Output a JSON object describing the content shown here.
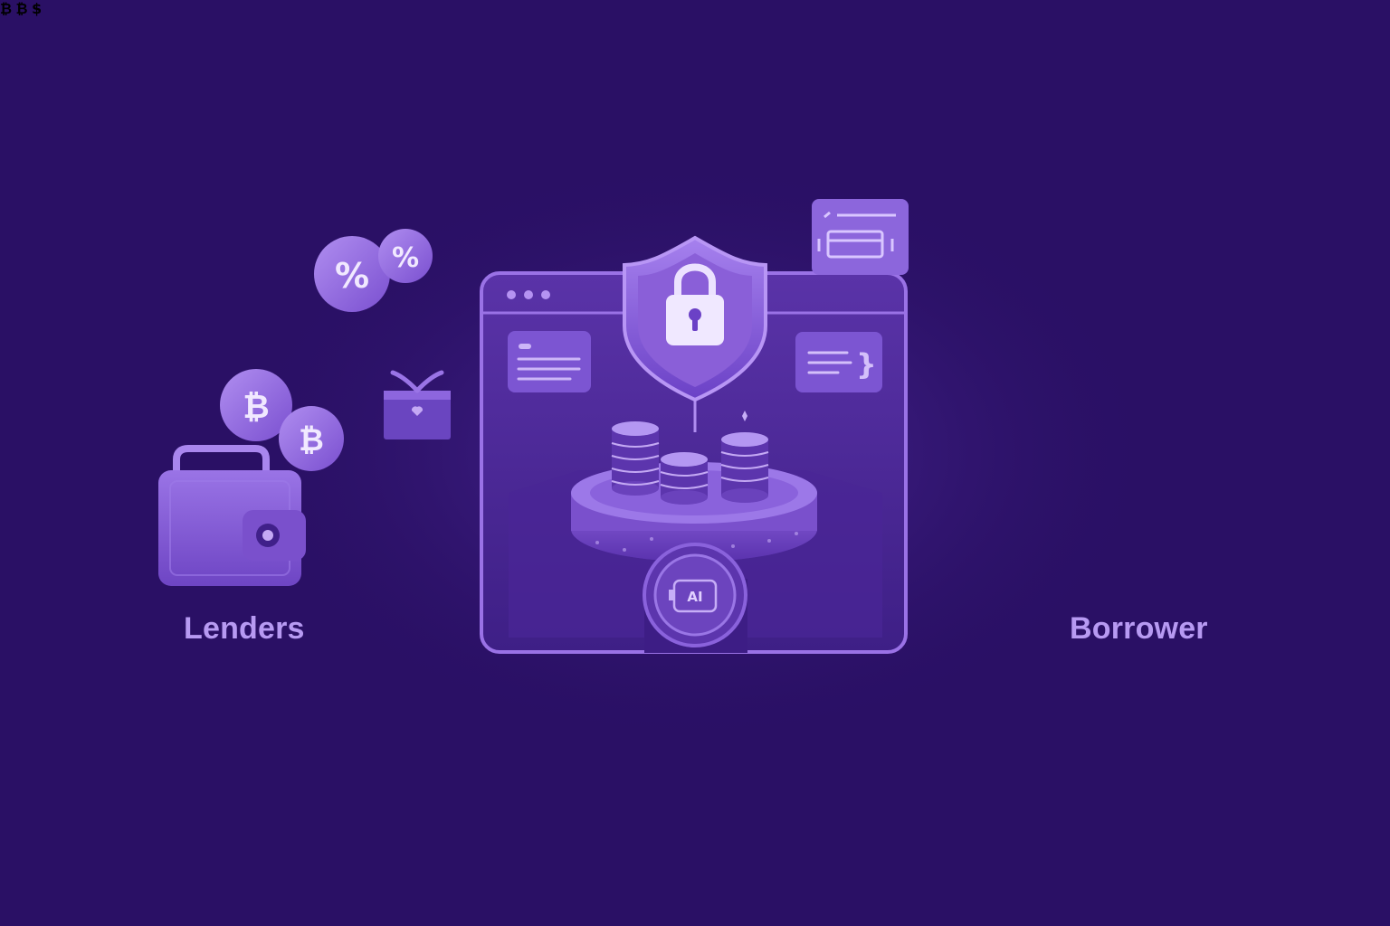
{
  "labels": {
    "lenders": "Lenders",
    "borrower": "Borrower"
  },
  "glyphs": {
    "percent": "%",
    "bitcoin": "₿",
    "brace": "}",
    "ai_chip": "AI"
  },
  "colors": {
    "background": "#2a1065",
    "accent": "#8a5fd8",
    "light_accent": "#c7aef7",
    "label": "#b79af2",
    "arrow": "#ffffff"
  },
  "icons": [
    "percent-coin-icon",
    "bitcoin-coin-icon",
    "wallet-icon",
    "gift-box-icon",
    "shield-lock-icon",
    "card-icon",
    "coin-stack-icon",
    "ai-chip-icon",
    "person-icon",
    "dollar-coin-icon"
  ]
}
